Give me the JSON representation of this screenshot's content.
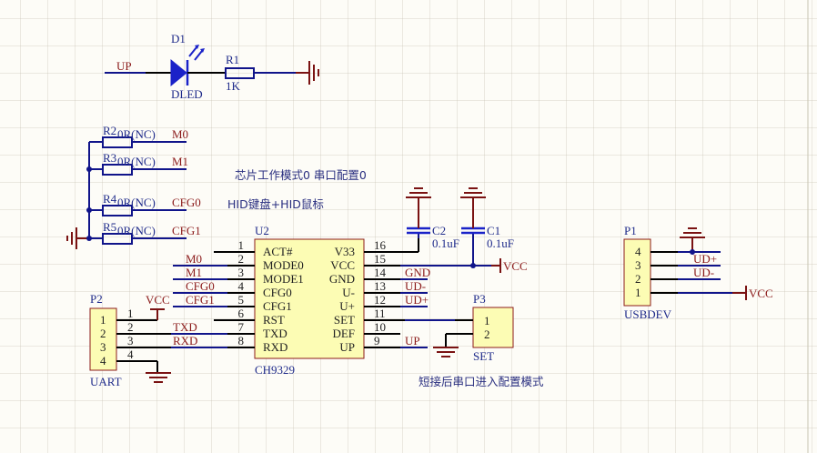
{
  "schematic": {
    "led": {
      "designator": "D1",
      "value": "DLED",
      "net_in": "UP"
    },
    "r1": {
      "designator": "R1",
      "value": "1K"
    },
    "config_resistors": [
      {
        "designator": "R2",
        "value": "0R(NC)",
        "net": "M0"
      },
      {
        "designator": "R3",
        "value": "0R(NC)",
        "net": "M1"
      },
      {
        "designator": "R4",
        "value": "0R(NC)",
        "net": "CFG0"
      },
      {
        "designator": "R5",
        "value": "0R(NC)",
        "net": "CFG1"
      }
    ],
    "notes": {
      "mode": "芯片工作模式0 串口配置0",
      "hid": "HID键盘+HID鼠标",
      "set_hint": "短接后串口进入配置模式"
    },
    "u2": {
      "designator": "U2",
      "part": "CH9329",
      "left_pins": [
        {
          "num": "1",
          "name": "ACT#",
          "net": ""
        },
        {
          "num": "2",
          "name": "MODE0",
          "net": "M0"
        },
        {
          "num": "3",
          "name": "MODE1",
          "net": "M1"
        },
        {
          "num": "4",
          "name": "CFG0",
          "net": "CFG0"
        },
        {
          "num": "5",
          "name": "CFG1",
          "net": "CFG1"
        },
        {
          "num": "6",
          "name": "RST",
          "net": ""
        },
        {
          "num": "7",
          "name": "TXD",
          "net": "TXD"
        },
        {
          "num": "8",
          "name": "RXD",
          "net": "RXD"
        }
      ],
      "right_pins": [
        {
          "num": "16",
          "name": "V33",
          "net": ""
        },
        {
          "num": "15",
          "name": "VCC",
          "net": ""
        },
        {
          "num": "14",
          "name": "GND",
          "net": "GND"
        },
        {
          "num": "13",
          "name": "U-",
          "net": "UD-"
        },
        {
          "num": "12",
          "name": "U+",
          "net": "UD+"
        },
        {
          "num": "11",
          "name": "SET",
          "net": ""
        },
        {
          "num": "10",
          "name": "DEF",
          "net": ""
        },
        {
          "num": "9",
          "name": "UP",
          "net": "UP"
        }
      ]
    },
    "c2": {
      "designator": "C2",
      "value": "0.1uF"
    },
    "c1": {
      "designator": "C1",
      "value": "0.1uF"
    },
    "vcc_label": "VCC",
    "p2": {
      "designator": "P2",
      "part": "UART",
      "pins": [
        "1",
        "2",
        "3",
        "4"
      ],
      "pin_nums": [
        "1",
        "2",
        "3",
        "4"
      ],
      "nets": [
        "",
        "TXD",
        "RXD",
        ""
      ],
      "vcc": "VCC"
    },
    "p3": {
      "designator": "P3",
      "part": "SET",
      "pins": [
        "1",
        "2"
      ]
    },
    "p1": {
      "designator": "P1",
      "part": "USBDEV",
      "pins": [
        "4",
        "3",
        "2",
        "1"
      ],
      "nets": [
        "UD+",
        "UD-"
      ],
      "vcc": "VCC"
    }
  }
}
